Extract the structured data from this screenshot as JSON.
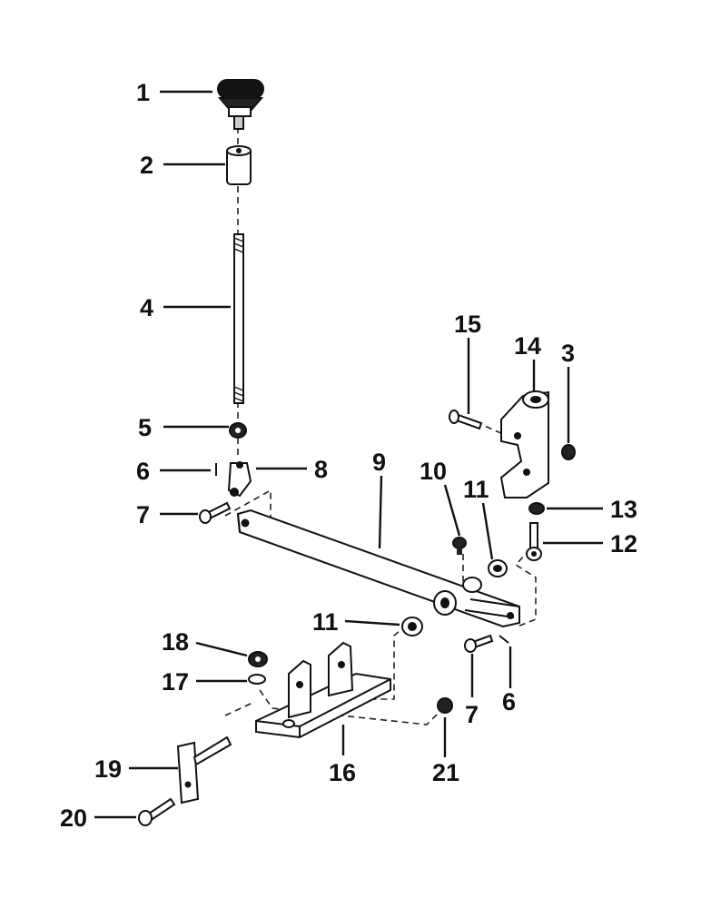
{
  "diagram": {
    "type": "exploded-parts-view",
    "callouts": [
      {
        "id": "c1",
        "label": "1"
      },
      {
        "id": "c2",
        "label": "2"
      },
      {
        "id": "c4",
        "label": "4"
      },
      {
        "id": "c5",
        "label": "5"
      },
      {
        "id": "c6a",
        "label": "6"
      },
      {
        "id": "c8",
        "label": "8"
      },
      {
        "id": "c7a",
        "label": "7"
      },
      {
        "id": "c9",
        "label": "9"
      },
      {
        "id": "c10",
        "label": "10"
      },
      {
        "id": "c11a",
        "label": "11"
      },
      {
        "id": "c15",
        "label": "15"
      },
      {
        "id": "c14",
        "label": "14"
      },
      {
        "id": "c3",
        "label": "3"
      },
      {
        "id": "c13",
        "label": "13"
      },
      {
        "id": "c12",
        "label": "12"
      },
      {
        "id": "c11b",
        "label": "11"
      },
      {
        "id": "c18",
        "label": "18"
      },
      {
        "id": "c17",
        "label": "17"
      },
      {
        "id": "c7b",
        "label": "7"
      },
      {
        "id": "c6b",
        "label": "6"
      },
      {
        "id": "c16",
        "label": "16"
      },
      {
        "id": "c21",
        "label": "21"
      },
      {
        "id": "c19",
        "label": "19"
      },
      {
        "id": "c20",
        "label": "20"
      }
    ]
  }
}
